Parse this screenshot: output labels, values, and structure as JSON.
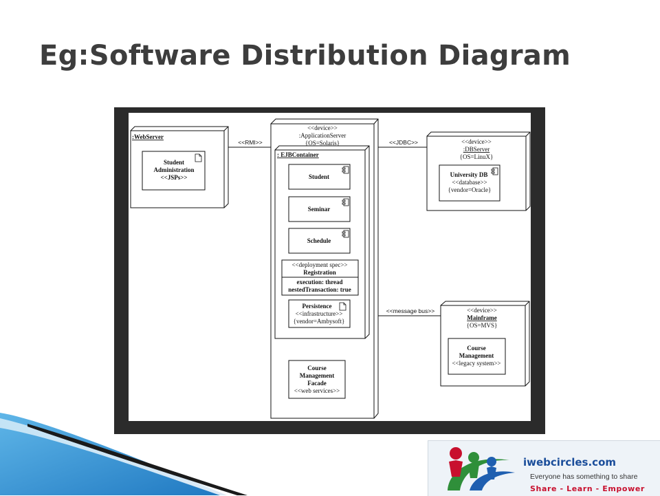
{
  "slide": {
    "title": "Eg:Software Distribution Diagram"
  },
  "diagram": {
    "webserver": {
      "name": ":WebServer"
    },
    "student_admin": {
      "line1": "Student",
      "line2": "Administration",
      "line3": "<<JSPs>>"
    },
    "rmi": "<<RMI>>",
    "appserver": {
      "stereotype": "<<device>>",
      "name": ":ApplicationServer",
      "props": "{OS=Solaris}"
    },
    "ejb": {
      "name": ": EJBContainer"
    },
    "student": "Student",
    "seminar": "Seminar",
    "schedule": "Schedule",
    "registration": {
      "stereotype": "<<deployment spec>>",
      "name": "Registration",
      "prop1": "execution: thread",
      "prop2": "nestedTransaction: true"
    },
    "persistence": {
      "name": "Persistence",
      "stereotype": "<<infrastructure>>",
      "props": "{vendor=Ambysoft}"
    },
    "facade": {
      "line1": "Course",
      "line2": "Management",
      "line3": "Facade",
      "line4": "<<web services>>"
    },
    "jdbc": "<<JDBC>>",
    "dbserver": {
      "stereotype": "<<device>>",
      "name": ":DBServer",
      "props": "{OS=LinuX}"
    },
    "univdb": {
      "name": "University DB",
      "stereotype": "<<database>>",
      "props": "{vendor=Oracle}"
    },
    "msgbus": "<<message bus>>",
    "mainframe": {
      "stereotype": "<<device>>",
      "name": "Mainframe",
      "props": "{OS=MVS}"
    },
    "course_mgmt": {
      "line1": "Course",
      "line2": "Management",
      "line3": "<<legacy system>>"
    }
  },
  "logo": {
    "name": "iwebcircles.com",
    "tagline": "Everyone has something to share",
    "motto": "Share - Learn - Empower"
  },
  "icons": {
    "artifact": "document-icon",
    "component": "component-icon"
  }
}
